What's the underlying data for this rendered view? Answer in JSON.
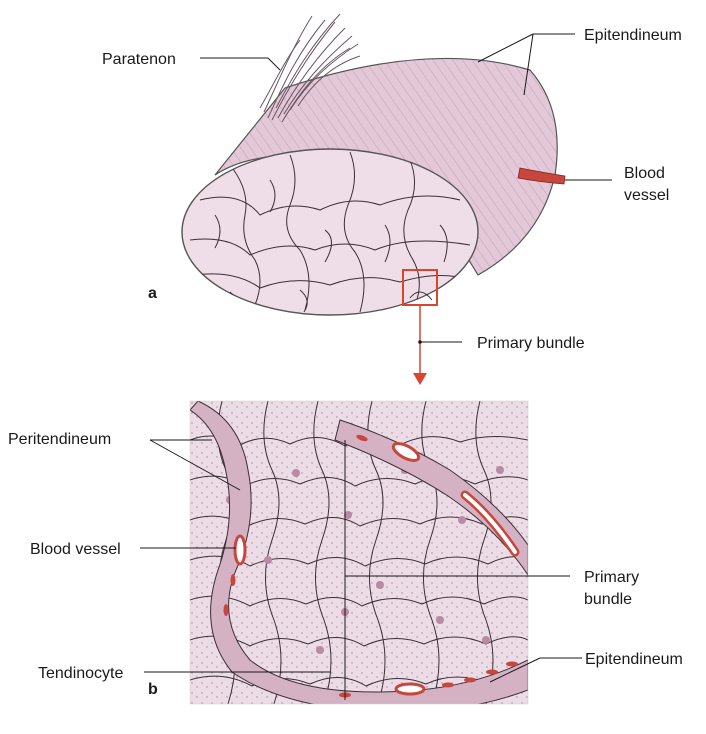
{
  "panel_a": {
    "letter": "a",
    "labels": {
      "paratenon": "Paratenon",
      "epitendineum": "Epitendineum",
      "blood_vessel_line1": "Blood",
      "blood_vessel_line2": "vessel",
      "primary_bundle": "Primary bundle"
    }
  },
  "panel_b": {
    "letter": "b",
    "labels": {
      "peritendineum": "Peritendineum",
      "blood_vessel": "Blood vessel",
      "tendinocyte": "Tendinocyte",
      "primary_bundle_line1": "Primary",
      "primary_bundle_line2": "bundle",
      "epitendineum": "Epitendineum"
    }
  },
  "colors": {
    "tissue_fill": "#e9d3e0",
    "tissue_dark": "#d4b2c4",
    "vessel_red": "#c9463d",
    "highlight_box": "#d9452f",
    "line": "#2a2a2a"
  }
}
